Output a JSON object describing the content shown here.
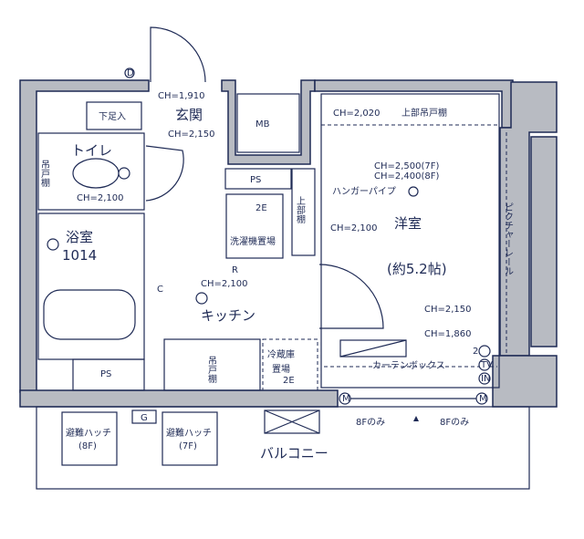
{
  "labels": {
    "shoe_storage": "下足入",
    "entrance": "玄関",
    "ch_entrance_top": "CH=1,910",
    "ch_entrance": "CH=2,150",
    "mb": "MB",
    "toilet": "トイレ",
    "toilet_cabinet": "吊戸棚",
    "ch_toilet": "CH=2,100",
    "ps_upper": "PS",
    "upper_shelf": "上部棚",
    "laundry_2e": "2E",
    "laundry": "洗濯機置場",
    "bath": "浴室",
    "bath_size": "1014",
    "c_mark": "C",
    "r_mark": "R",
    "ch_kitchen": "CH=2,100",
    "kitchen": "キッチン",
    "ps_lower": "PS",
    "kitchen_cabinet": "吊戸棚",
    "fridge": "冷蔵庫",
    "fridge2": "置場",
    "fridge_2e": "2E",
    "ch_room_top": "CH=2,020",
    "upper_cabinet": "上部吊戸棚",
    "ch_7f": "CH=2,500(7F)",
    "ch_8f": "CH=2,400(8F)",
    "hanger_pipe": "ハンガーパイプ",
    "ch_room_left": "CH=2,100",
    "western_room": "洋室",
    "room_size": "(約5.2帖)",
    "picture_rail": "ピクチャーレール",
    "ch_room_right": "CH=2,150",
    "ch_curtain": "CH=1,860",
    "curtain_box": "カーテンボックス",
    "outlet_2": "2",
    "tv": "TV",
    "in": "IN",
    "m_left": "M",
    "m_right": "M",
    "only8f_left": "8Fのみ",
    "only8f_right": "8Fのみ",
    "gas": "G",
    "hatch_8f": "避難ハッチ",
    "hatch_8f_floor": "(8F)",
    "hatch_7f": "避難ハッチ",
    "hatch_7f_floor": "(7F)",
    "balcony": "バルコニー",
    "door_d": "D"
  },
  "colors": {
    "line": "#1e2a55",
    "wall": "#b8bbc2"
  }
}
